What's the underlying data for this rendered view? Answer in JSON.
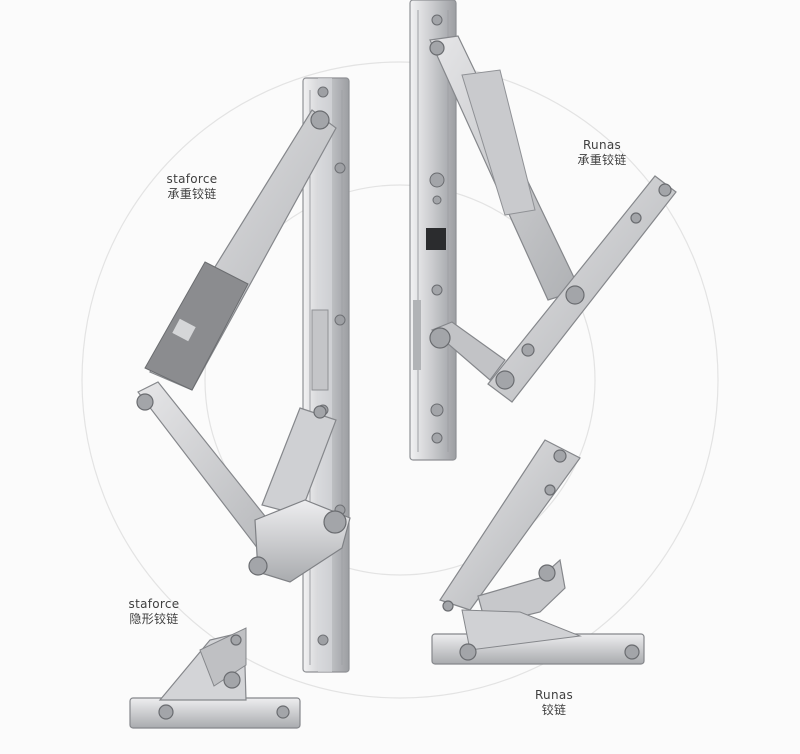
{
  "labels": {
    "staforce_heavy": {
      "brand": "staforce",
      "type": "承重铰链"
    },
    "runas_heavy": {
      "brand": "Runas",
      "type": "承重铰链"
    },
    "staforce_concealed": {
      "brand": "staforce",
      "type": "隐形铰链"
    },
    "runas_hinge": {
      "brand": "Runas",
      "type": "铰链"
    }
  },
  "colors": {
    "background": "#fbfbfb",
    "steel_light": "#dcdcde",
    "steel_mid": "#b9babd",
    "steel_dark": "#7c7e82",
    "rubber_block": "#8a8b8e",
    "guide_circle": "#e2e2e2",
    "label_text": "#3f3f3f"
  },
  "icons": [
    "hinge-staforce-heavy-icon",
    "hinge-runas-heavy-icon",
    "hinge-staforce-concealed-icon",
    "hinge-runas-icon"
  ]
}
